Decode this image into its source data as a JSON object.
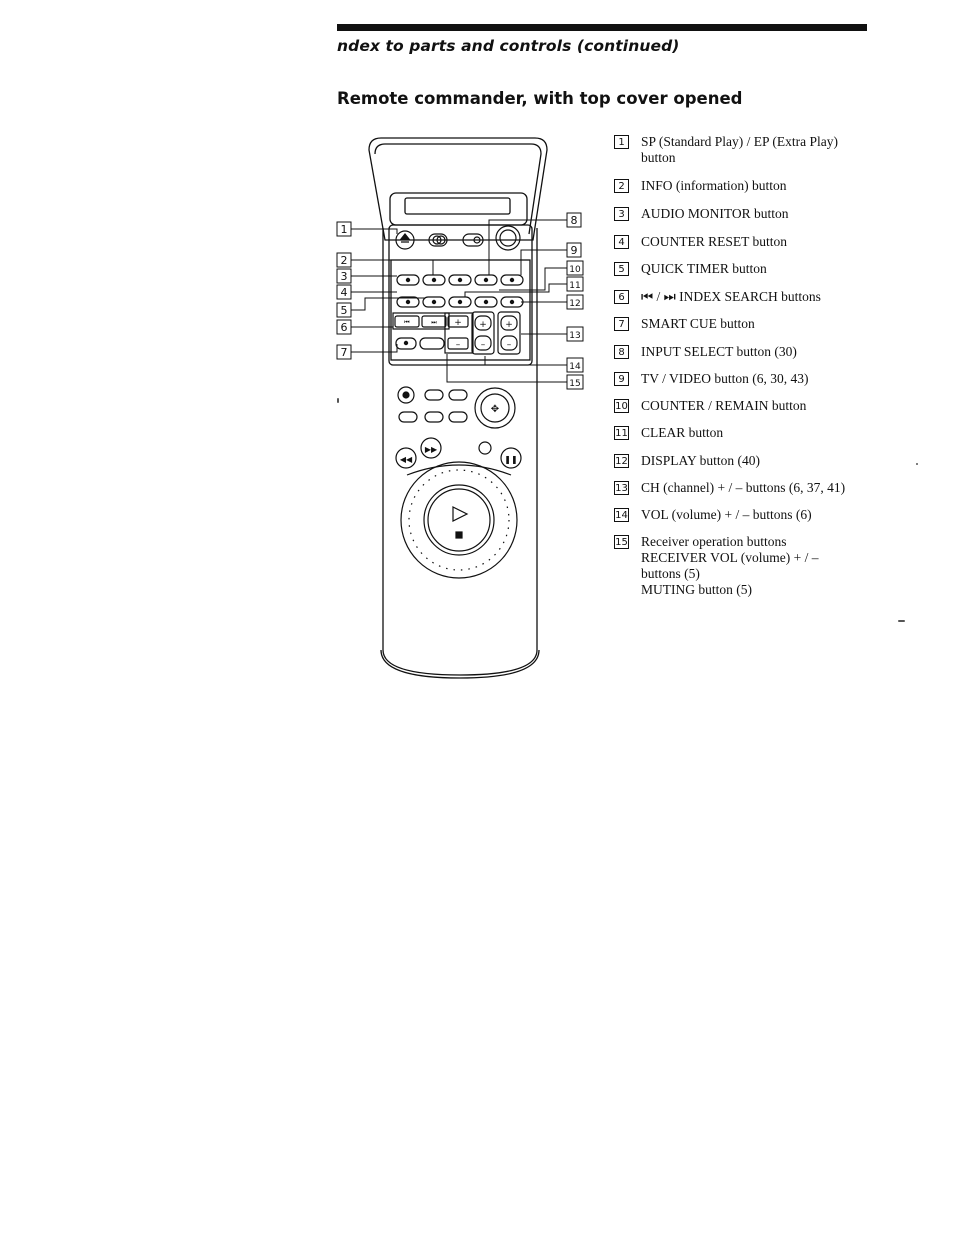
{
  "header": {
    "running_head": "ndex to parts and controls (continued)",
    "section_title": "Remote commander, with top cover opened"
  },
  "diagram": {
    "callout_numbers": [
      "1",
      "2",
      "3",
      "4",
      "5",
      "6",
      "7",
      "8",
      "9",
      "10",
      "11",
      "12",
      "13",
      "14",
      "15"
    ]
  },
  "legend": [
    {
      "num": "1",
      "text": "SP (Standard Play) / EP (Extra Play)\nbutton"
    },
    {
      "num": "2",
      "text": "INFO (information) button"
    },
    {
      "num": "3",
      "text": "AUDIO MONITOR button"
    },
    {
      "num": "4",
      "text": "COUNTER RESET button"
    },
    {
      "num": "5",
      "text": "QUICK TIMER button"
    },
    {
      "num": "6",
      "text": "⏮ / ⏭ INDEX SEARCH buttons"
    },
    {
      "num": "7",
      "text": "SMART CUE button"
    },
    {
      "num": "8",
      "text": "INPUT SELECT button (30)"
    },
    {
      "num": "9",
      "text": "TV / VIDEO button (6, 30, 43)"
    },
    {
      "num": "10",
      "text": "COUNTER / REMAIN button"
    },
    {
      "num": "11",
      "text": "CLEAR button"
    },
    {
      "num": "12",
      "text": "DISPLAY button (40)"
    },
    {
      "num": "13",
      "text": "CH (channel) + / – buttons (6, 37, 41)"
    },
    {
      "num": "14",
      "text": "VOL (volume) + / – buttons (6)"
    },
    {
      "num": "15",
      "text": "Receiver operation buttons\nRECEIVER VOL (volume) + / –\nbuttons (5)\nMUTING button (5)"
    }
  ]
}
